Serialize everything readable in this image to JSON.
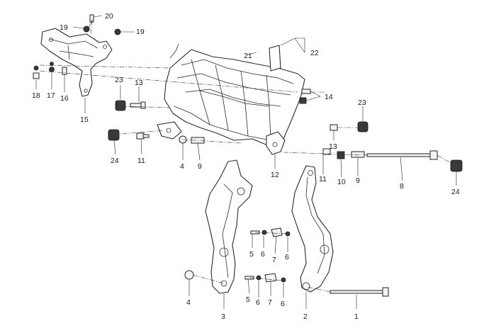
{
  "callouts": [
    {
      "id": "c1",
      "text": "1"
    },
    {
      "id": "c2",
      "text": "2"
    },
    {
      "id": "c3",
      "text": "3"
    },
    {
      "id": "c4a",
      "text": "4"
    },
    {
      "id": "c4b",
      "text": "4"
    },
    {
      "id": "c5a",
      "text": "5"
    },
    {
      "id": "c5b",
      "text": "5"
    },
    {
      "id": "c6a",
      "text": "6"
    },
    {
      "id": "c6b",
      "text": "6"
    },
    {
      "id": "c6c",
      "text": "6"
    },
    {
      "id": "c6d",
      "text": "6"
    },
    {
      "id": "c7a",
      "text": "7"
    },
    {
      "id": "c7b",
      "text": "7"
    },
    {
      "id": "c8",
      "text": "8"
    },
    {
      "id": "c9a",
      "text": "9"
    },
    {
      "id": "c9b",
      "text": "9"
    },
    {
      "id": "c10",
      "text": "10"
    },
    {
      "id": "c11a",
      "text": "11"
    },
    {
      "id": "c11b",
      "text": "11"
    },
    {
      "id": "c12",
      "text": "12"
    },
    {
      "id": "c13a",
      "text": "13"
    },
    {
      "id": "c13b",
      "text": "13"
    },
    {
      "id": "c14",
      "text": "14"
    },
    {
      "id": "c15",
      "text": "15"
    },
    {
      "id": "c16",
      "text": "16"
    },
    {
      "id": "c17",
      "text": "17"
    },
    {
      "id": "c18",
      "text": "18"
    },
    {
      "id": "c19a",
      "text": "19"
    },
    {
      "id": "c19b",
      "text": "19"
    },
    {
      "id": "c20",
      "text": "20"
    },
    {
      "id": "c21",
      "text": "21"
    },
    {
      "id": "c22",
      "text": "22"
    },
    {
      "id": "c23a",
      "text": "23"
    },
    {
      "id": "c23b",
      "text": "23"
    },
    {
      "id": "c24a",
      "text": "24"
    },
    {
      "id": "c24b",
      "text": "24"
    }
  ]
}
